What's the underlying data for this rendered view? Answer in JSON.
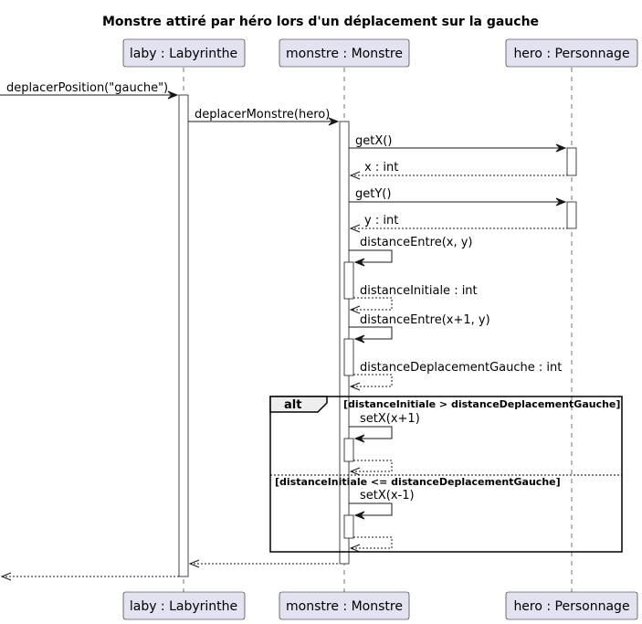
{
  "title": "Monstre attiré par héro lors d'un déplacement sur la gauche",
  "colors": {
    "participant_fill": "#E2E2F0",
    "participant_stroke": "#181818",
    "activation_fill": "#FFFFFF",
    "line": "#181818",
    "frame_tag_fill": "#EEEEEE"
  },
  "participants": [
    {
      "id": "laby",
      "label": "laby : Labyrinthe"
    },
    {
      "id": "monstre",
      "label": "monstre : Monstre"
    },
    {
      "id": "hero",
      "label": "hero : Personnage"
    }
  ],
  "messages": [
    {
      "from": "outside",
      "to": "laby",
      "label": "deplacerPosition(\"gauche\")",
      "type": "sync"
    },
    {
      "from": "laby",
      "to": "monstre",
      "label": "deplacerMonstre(hero)",
      "type": "sync"
    },
    {
      "from": "monstre",
      "to": "hero",
      "label": "getX()",
      "type": "sync"
    },
    {
      "from": "hero",
      "to": "monstre",
      "label": "x : int",
      "type": "return"
    },
    {
      "from": "monstre",
      "to": "hero",
      "label": "getY()",
      "type": "sync"
    },
    {
      "from": "hero",
      "to": "monstre",
      "label": "y : int",
      "type": "return"
    },
    {
      "from": "monstre",
      "to": "monstre",
      "label": "distanceEntre(x, y)",
      "type": "self"
    },
    {
      "from": "monstre",
      "to": "monstre",
      "label": "distanceInitiale : int",
      "type": "self-return"
    },
    {
      "from": "monstre",
      "to": "monstre",
      "label": "distanceEntre(x+1, y)",
      "type": "self"
    },
    {
      "from": "monstre",
      "to": "monstre",
      "label": "distanceDeplacementGauche : int",
      "type": "self-return"
    },
    {
      "from": "monstre",
      "to": "monstre",
      "label": "setX(x+1)",
      "type": "self"
    },
    {
      "from": "monstre",
      "to": "monstre",
      "label": "",
      "type": "self-return"
    },
    {
      "from": "monstre",
      "to": "monstre",
      "label": "setX(x-1)",
      "type": "self"
    },
    {
      "from": "monstre",
      "to": "monstre",
      "label": "",
      "type": "self-return"
    },
    {
      "from": "monstre",
      "to": "laby",
      "label": "",
      "type": "return"
    },
    {
      "from": "laby",
      "to": "outside",
      "label": "",
      "type": "return"
    }
  ],
  "alt_frame": {
    "tag": "alt",
    "guards": [
      "[distanceInitiale > distanceDeplacementGauche]",
      "[distanceInitiale <= distanceDeplacementGauche]"
    ]
  }
}
